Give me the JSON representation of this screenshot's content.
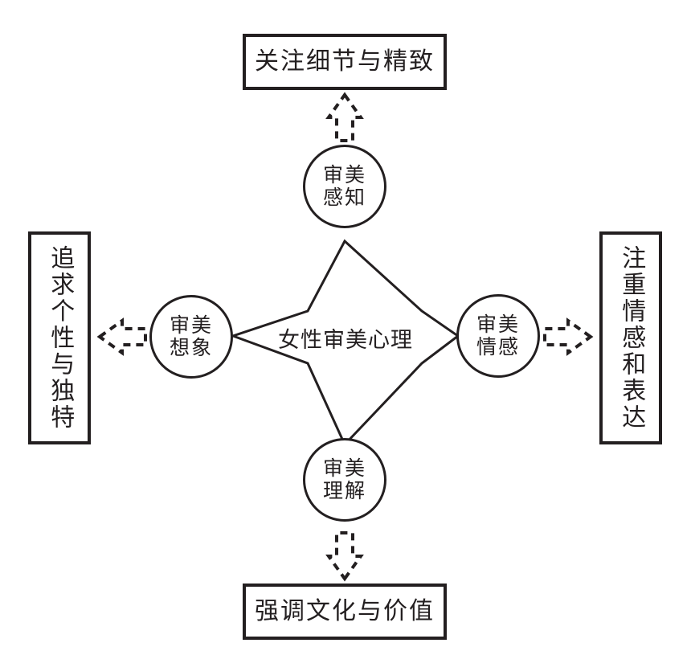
{
  "diagram": {
    "title": "女性审美心理",
    "center": {
      "label": "女性审美心理",
      "shape": "four-pointed-star"
    },
    "nodes": [
      {
        "id": "perception",
        "position": "top",
        "label": "审美感知",
        "line1": "审美",
        "line2": "感知"
      },
      {
        "id": "emotion",
        "position": "right",
        "label": "审美情感",
        "line1": "审美",
        "line2": "情感"
      },
      {
        "id": "understanding",
        "position": "bottom",
        "label": "审美理解",
        "line1": "审美",
        "line2": "理解"
      },
      {
        "id": "imagination",
        "position": "left",
        "label": "审美想象",
        "line1": "审美",
        "line2": "想象"
      }
    ],
    "outcomes": [
      {
        "id": "detail",
        "position": "top",
        "label": "关注细节与精致",
        "from": "审美感知",
        "arrow": "up"
      },
      {
        "id": "expression",
        "position": "right",
        "label": "注重情感和表达",
        "from": "审美情感",
        "arrow": "right"
      },
      {
        "id": "culture",
        "position": "bottom",
        "label": "强调文化与价值",
        "from": "审美理解",
        "arrow": "down"
      },
      {
        "id": "individuality",
        "position": "left",
        "label": "追求个性与独特",
        "from": "审美想象",
        "arrow": "left"
      }
    ],
    "arrows": [
      {
        "id": "arrow-up",
        "direction": "up",
        "style": "dashed-outline"
      },
      {
        "id": "arrow-right",
        "direction": "right",
        "style": "dashed-outline"
      },
      {
        "id": "arrow-down",
        "direction": "down",
        "style": "dashed-outline"
      },
      {
        "id": "arrow-left",
        "direction": "left",
        "style": "dashed-outline"
      }
    ],
    "colors": {
      "stroke": "#231f20",
      "background": "#ffffff",
      "text": "#231f20"
    }
  }
}
